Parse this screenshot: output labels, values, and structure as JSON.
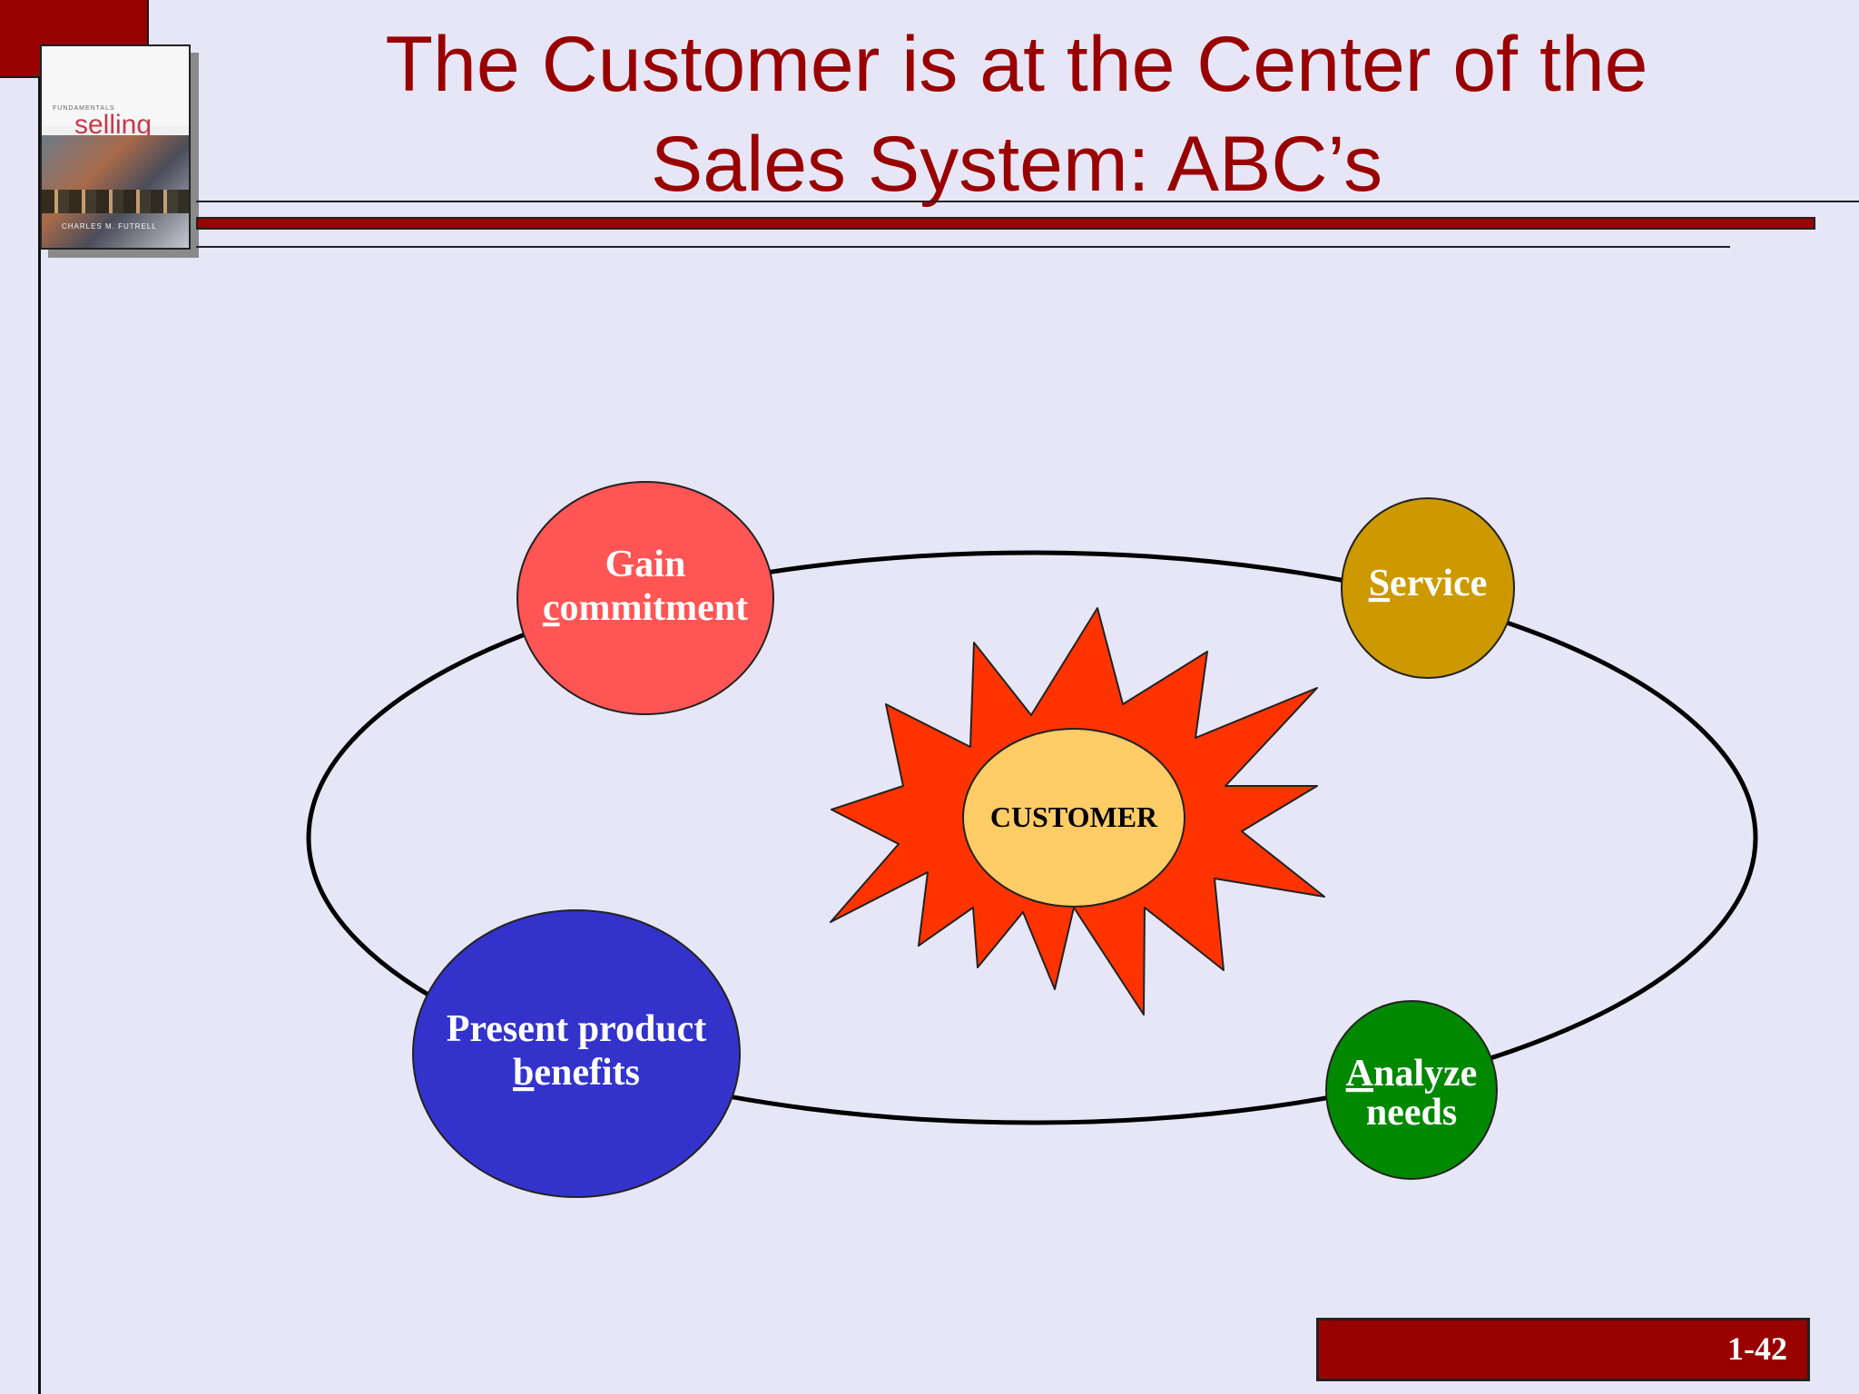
{
  "slide": {
    "title_line1": "The Customer is at the Center of the",
    "title_line2": "Sales System: ABC’s",
    "page_number": "1-42"
  },
  "book_cover": {
    "brand": "selling",
    "author": "CHARLES M. FUTRELL"
  },
  "diagram": {
    "center": {
      "label": "CUSTOMER",
      "fill": "#ffcc66",
      "burst_fill": "#ff3300"
    },
    "nodes": [
      {
        "id": "gain",
        "line1_initial": "",
        "line1_rest": "Gain",
        "line2_initial": "c",
        "line2_rest": "ommitment",
        "fill": "#ff5555"
      },
      {
        "id": "service",
        "line1_initial": "S",
        "line1_rest": "ervice",
        "line2_initial": "",
        "line2_rest": "",
        "fill": "#cc9900"
      },
      {
        "id": "present",
        "line1_initial": "",
        "line1_rest": "Present product",
        "line2_initial": "b",
        "line2_rest": "enefits",
        "fill": "#3333cc"
      },
      {
        "id": "analyze",
        "line1_initial": "A",
        "line1_rest": "nalyze",
        "line2_initial": "",
        "line2_rest": "needs",
        "fill": "#008800"
      }
    ]
  }
}
